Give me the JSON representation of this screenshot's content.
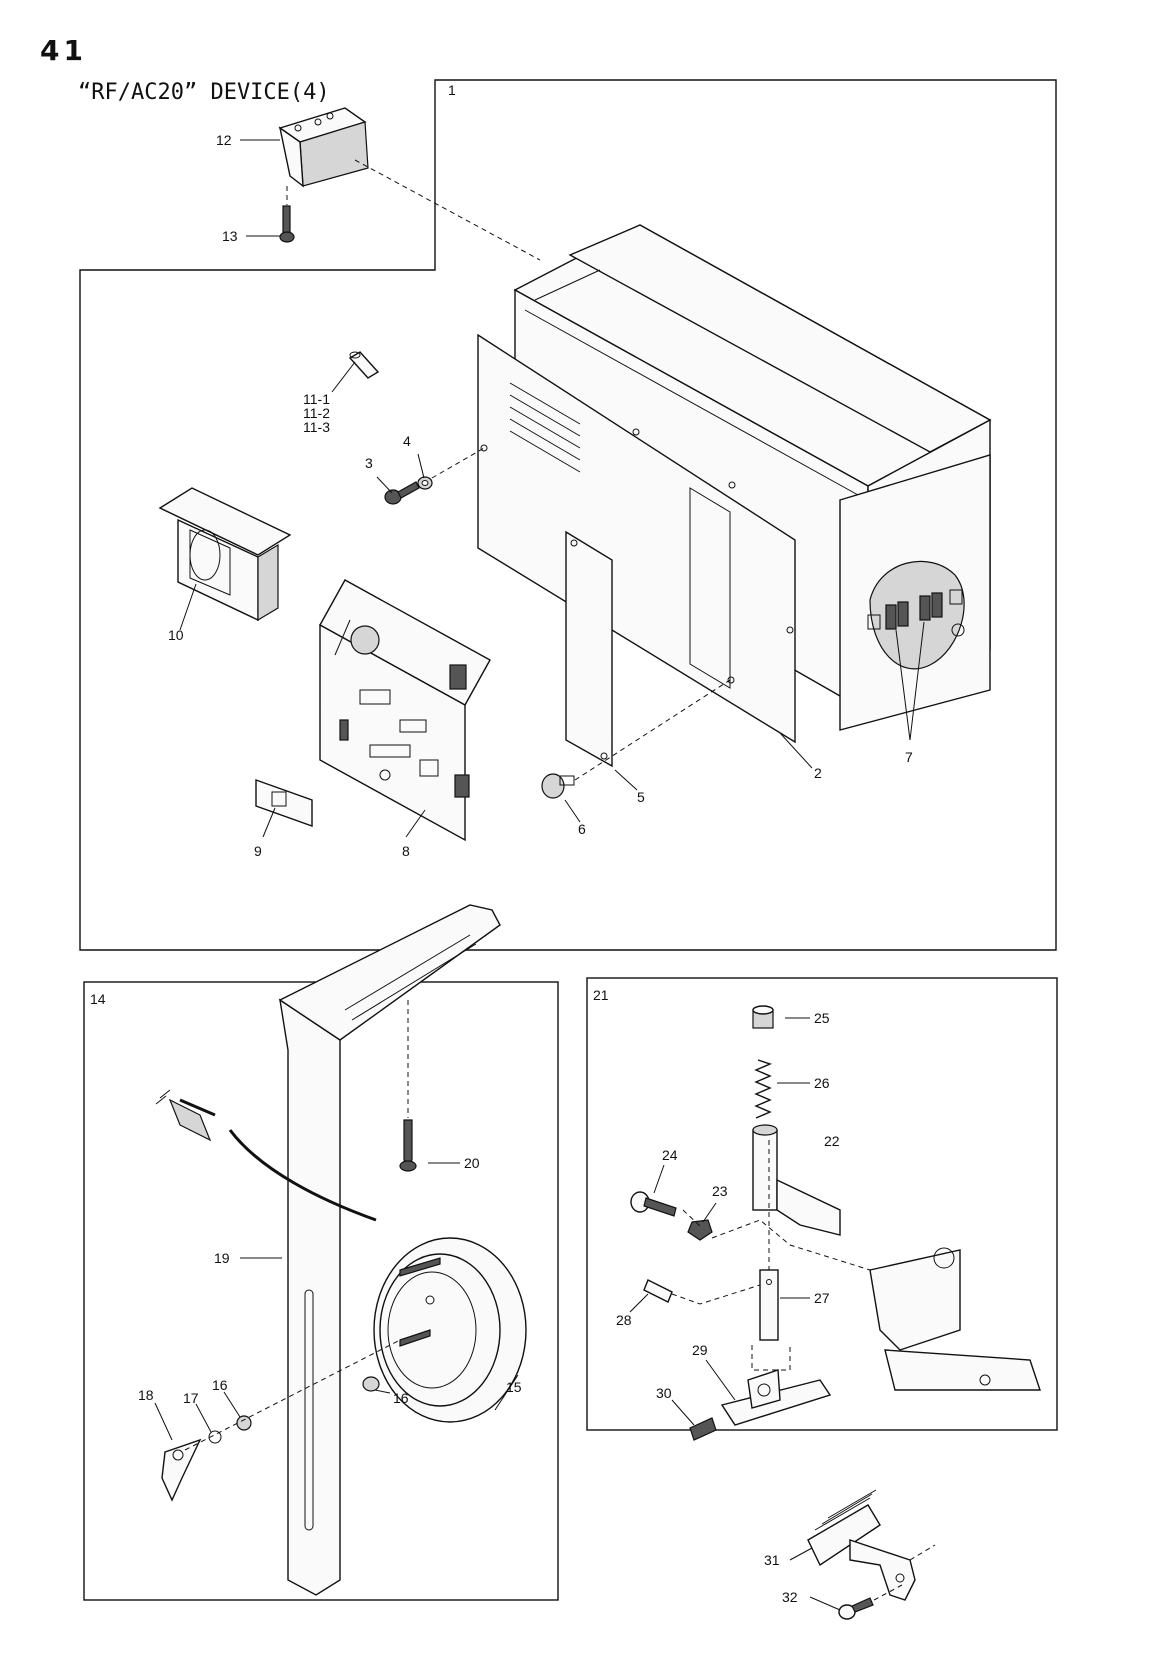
{
  "page": {
    "number": "41",
    "title": "“RF/AC20” DEVICE(4)"
  },
  "parts": [
    {
      "id": "1",
      "label": "1"
    },
    {
      "id": "2",
      "label": "2"
    },
    {
      "id": "3",
      "label": "3"
    },
    {
      "id": "4",
      "label": "4"
    },
    {
      "id": "5",
      "label": "5"
    },
    {
      "id": "6",
      "label": "6"
    },
    {
      "id": "7",
      "label": "7"
    },
    {
      "id": "8",
      "label": "8"
    },
    {
      "id": "9",
      "label": "9"
    },
    {
      "id": "10",
      "label": "10"
    },
    {
      "id": "11-1",
      "label": "11-1"
    },
    {
      "id": "11-2",
      "label": "11-2"
    },
    {
      "id": "11-3",
      "label": "11-3"
    },
    {
      "id": "12",
      "label": "12"
    },
    {
      "id": "13",
      "label": "13"
    },
    {
      "id": "14",
      "label": "14"
    },
    {
      "id": "15",
      "label": "15"
    },
    {
      "id": "16a",
      "label": "16"
    },
    {
      "id": "16b",
      "label": "16"
    },
    {
      "id": "17",
      "label": "17"
    },
    {
      "id": "18",
      "label": "18"
    },
    {
      "id": "19",
      "label": "19"
    },
    {
      "id": "20",
      "label": "20"
    },
    {
      "id": "21",
      "label": "21"
    },
    {
      "id": "22",
      "label": "22"
    },
    {
      "id": "23",
      "label": "23"
    },
    {
      "id": "24",
      "label": "24"
    },
    {
      "id": "25",
      "label": "25"
    },
    {
      "id": "26",
      "label": "26"
    },
    {
      "id": "27",
      "label": "27"
    },
    {
      "id": "28",
      "label": "28"
    },
    {
      "id": "29",
      "label": "29"
    },
    {
      "id": "30",
      "label": "30"
    },
    {
      "id": "31",
      "label": "31"
    },
    {
      "id": "32",
      "label": "32"
    }
  ]
}
